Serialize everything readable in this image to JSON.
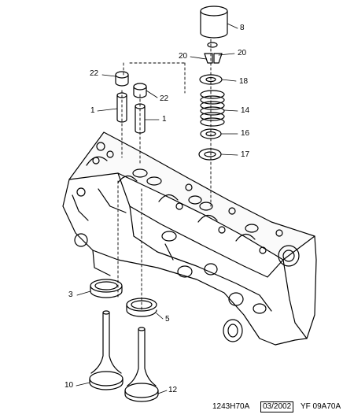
{
  "callouts": [
    {
      "id": "c8",
      "text": "8"
    },
    {
      "id": "c20a",
      "text": "20"
    },
    {
      "id": "c20b",
      "text": "20"
    },
    {
      "id": "c18",
      "text": "18"
    },
    {
      "id": "c14",
      "text": "14"
    },
    {
      "id": "c16",
      "text": "16"
    },
    {
      "id": "c17",
      "text": "17"
    },
    {
      "id": "c22a",
      "text": "22"
    },
    {
      "id": "c22b",
      "text": "22"
    },
    {
      "id": "c1a",
      "text": "1"
    },
    {
      "id": "c1b",
      "text": "1"
    },
    {
      "id": "c3",
      "text": "3"
    },
    {
      "id": "c5",
      "text": "5"
    },
    {
      "id": "c10",
      "text": "10"
    },
    {
      "id": "c12",
      "text": "12"
    }
  ],
  "footer": {
    "ref_code": "1243H70A",
    "date": "03/2002",
    "doc_code": "YF 09A70A"
  }
}
